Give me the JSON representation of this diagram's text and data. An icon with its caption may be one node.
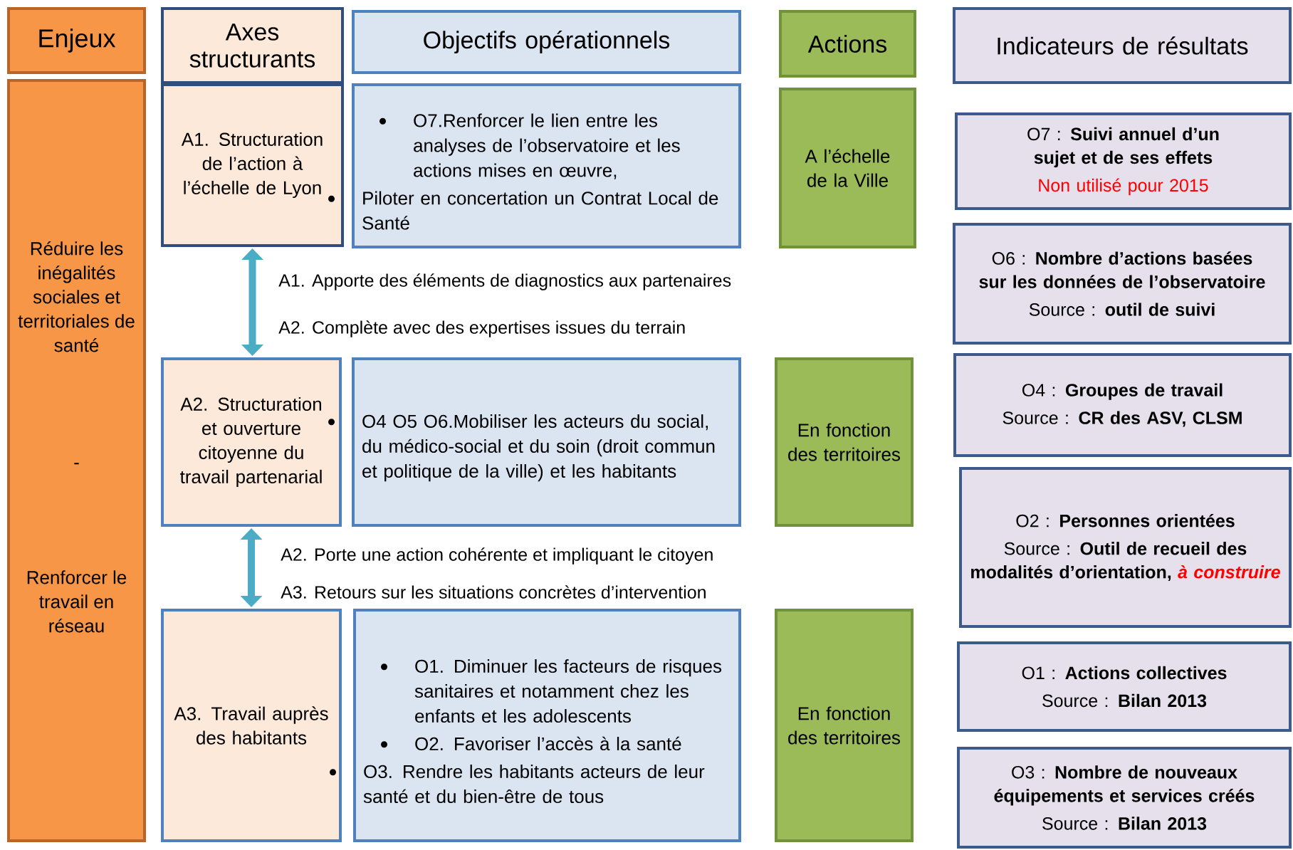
{
  "diagram": {
    "nodes": [
      {
        "text": [
          "Enjeux"
        ]
      },
      {
        "text": [
          "Axes structurants"
        ]
      },
      {
        "text": [
          "Objectifs opérationnels"
        ]
      },
      {
        "text": [
          "Actions"
        ]
      },
      {
        "text": [
          "Indicateurs de résultats"
        ]
      },
      {
        "text": [
          "Réduire les inégalités sociales et territoriales de santé",
          "-",
          "Renforcer le travail en réseau"
        ]
      },
      {
        "text": [
          "A1. Structuration de l’action à l’échelle de Lyon"
        ]
      },
      {
        "text": [
          "O7.Renforcer le lien entre les analyses de l’observatoire et les actions mises en œuvre,",
          "Piloter en concertation un Contrat Local de Santé"
        ]
      },
      {
        "text": [
          "A l’échelle de la Ville"
        ]
      },
      {
        "text": [
          "O7 : **Suivi annuel d’un sujet et de ses effets**",
          "Non utilisé pour 2015"
        ]
      },
      {
        "text": [
          "O6 : **Nombre d’actions basées sur les données de l’observatoire**",
          "Source : **outil de suivi**"
        ]
      },
      {
        "text": [
          "A2. Structuration et ouverture citoyenne du travail partenarial"
        ]
      },
      {
        "text": [
          "O4 O5 O6.Mobiliser les acteurs du social, du médico-social et du soin (droit commun et politique de la ville) et les habitants"
        ]
      },
      {
        "text": [
          "En fonction des territoires"
        ]
      },
      {
        "text": [
          "O4 : **Groupes de travail**",
          "Source : **CR des ASV, CLSM**"
        ]
      },
      {
        "text": [
          "O2 : **Personnes orientées**",
          "Source : **Outil de recueil des modalités d’orientation,**",
          "à construire"
        ]
      },
      {
        "text": [
          "A3. Travail auprès des habitants"
        ]
      },
      {
        "text": [
          "O1. Diminuer les facteurs de risques sanitaires et notamment chez les enfants et les adolescents",
          "O2. Favoriser l’accès à la santé",
          "O3. Rendre les habitants acteurs de leur santé et du bien-être de tous"
        ]
      },
      {
        "text": [
          "En fonction des territoires"
        ]
      },
      {
        "text": [
          "O1 : **Actions collectives**",
          "Source : **Bilan 2013**"
        ]
      },
      {
        "text": [
          "O3 : **Nombre de nouveaux équipements et services créés**",
          "Source : **Bilan 2013**"
        ]
      }
    ],
    "edges": [
      {
        "from": 6,
        "to": 11,
        "arrow": "both"
      },
      {
        "from": 11,
        "to": 16,
        "arrow": "both"
      }
    ],
    "labels": [
      "A1. Apporte des éléments de diagnostics aux partenaires",
      "A2. Complète avec des expertises issues du terrain",
      "A2. Porte une action cohérente et impliquant le citoyen",
      "A3. Retours sur les situations concrètes d’intervention"
    ]
  }
}
